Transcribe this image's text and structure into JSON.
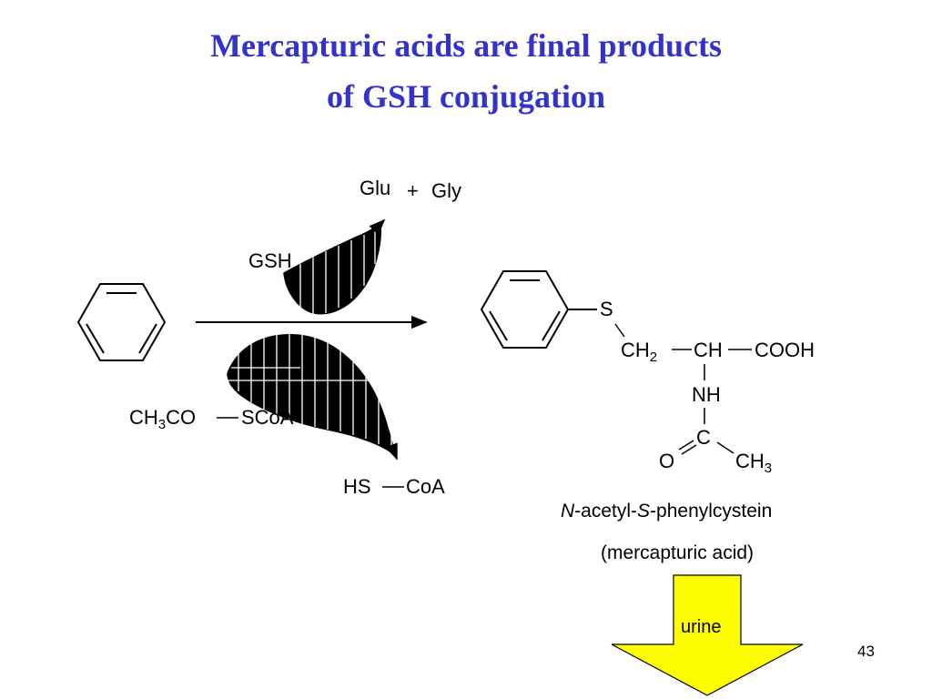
{
  "slide": {
    "title_line1": "Mercapturic acids are final products",
    "title_line2": "of GSH conjugation",
    "page_number": "43"
  },
  "reaction": {
    "glu": "Glu",
    "plus": "+",
    "gly": "Gly",
    "gsh": "GSH",
    "acetyl_coa": {
      "ch": "CH",
      "sub": "3",
      "co": "CO",
      "scoa": "SCoA"
    },
    "hs_coa": {
      "hs": "HS",
      "coa": "CoA"
    }
  },
  "product": {
    "s": "S",
    "ch": "CH",
    "ch2_sub": "2",
    "ch_center": "CH",
    "cooh": "COOH",
    "nh": "NH",
    "c": "C",
    "o": "O",
    "ch3": "CH",
    "ch3_sub": "3",
    "name_n": "N",
    "name_mid": "-acetyl-",
    "name_s": "S",
    "name_end": "-phenylcystein",
    "subtitle": "(mercapturic acid)"
  },
  "excretion": {
    "label": "urine",
    "arrow_color": "#ffff00"
  }
}
